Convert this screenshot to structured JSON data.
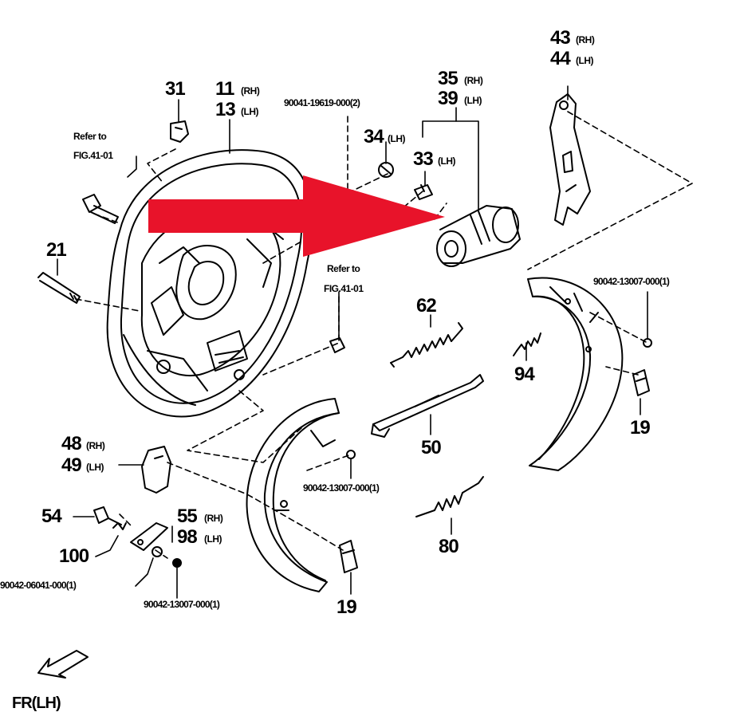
{
  "labels": {
    "p31": "31",
    "p11": "11",
    "p11_side": "(RH)",
    "p13": "13",
    "p13_side": "(LH)",
    "ref1_a": "Refer to",
    "ref1_b": "FIG.41-01",
    "pn_top": "90041-19619-000(2)",
    "p35": "35",
    "p35_side": "(RH)",
    "p39": "39",
    "p39_side": "(LH)",
    "p34": "34",
    "p34_side": "(LH)",
    "p33": "33",
    "p33_side": "(LH)",
    "p43": "43",
    "p43_side": "(RH)",
    "p44": "44",
    "p44_side": "(LH)",
    "p21": "21",
    "ref2_a": "Refer to",
    "ref2_b": "FIG.41-01",
    "pn_right": "90042-13007-000(1)",
    "p62": "62",
    "p94": "94",
    "p19_right": "19",
    "p50": "50",
    "p48": "48",
    "p48_side": "(RH)",
    "p49": "49",
    "p49_side": "(LH)",
    "pn_mid": "90042-13007-000(1)",
    "p80": "80",
    "p54": "54",
    "p55": "55",
    "p55_side": "(RH)",
    "p98": "98",
    "p98_side": "(LH)",
    "p100": "100",
    "pn_left": "90042-06041-000(1)",
    "pn_bottom": "90042-13007-000(1)",
    "p19_bottom": "19",
    "fr": "FR(LH)"
  },
  "colors": {
    "ink": "#000000",
    "arrow": "#e8132a",
    "background": "#ffffff"
  },
  "icons": {
    "front_direction": "front-arrow-icon",
    "highlight": "red-arrow-highlight"
  }
}
